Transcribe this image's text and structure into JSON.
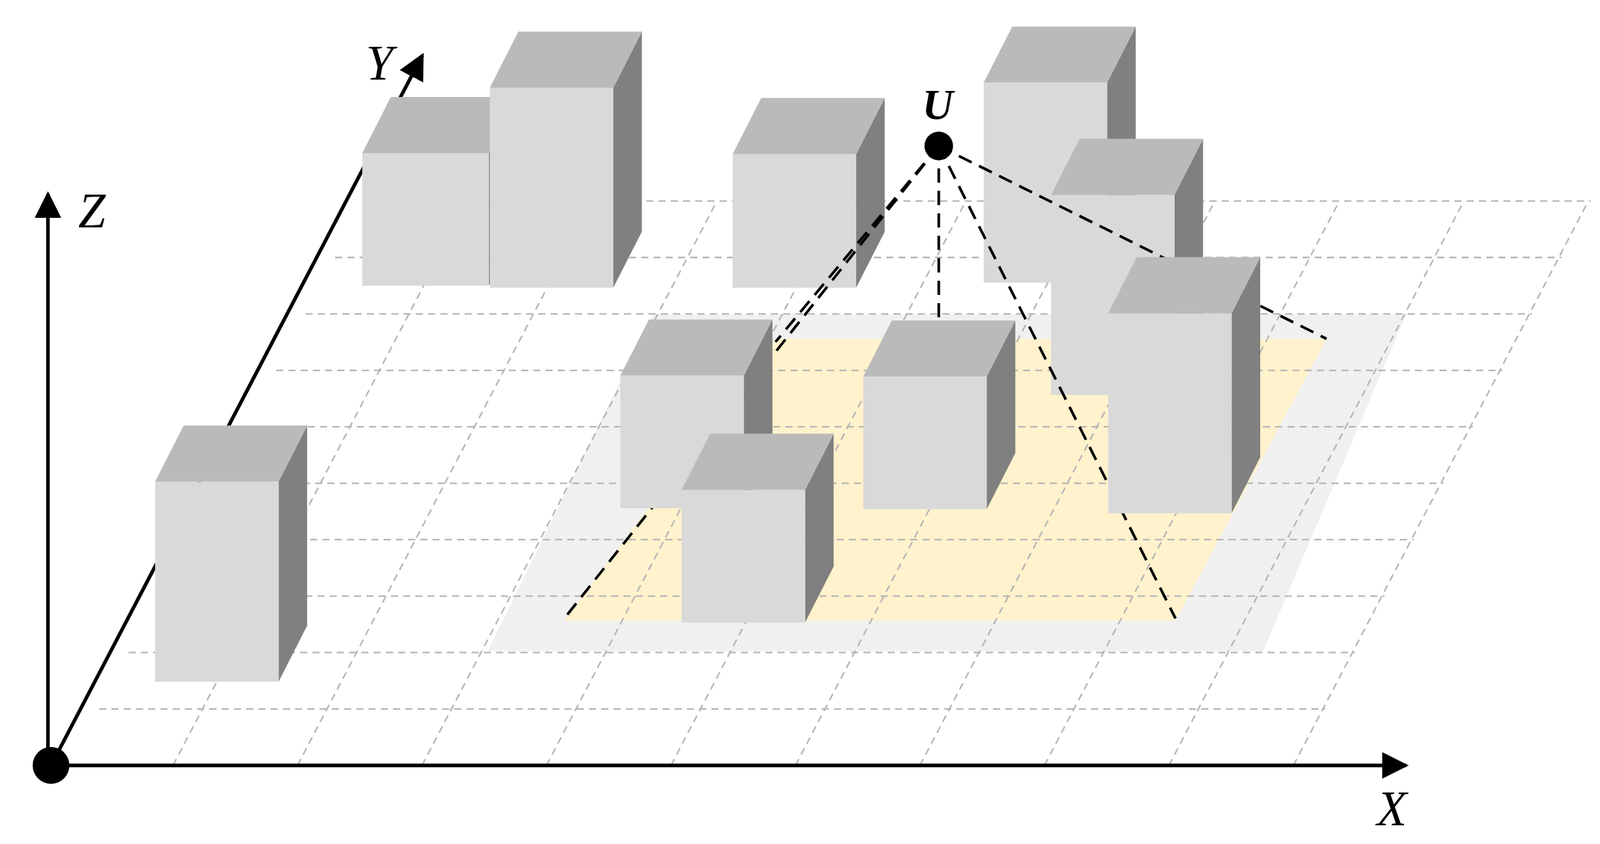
{
  "diagram": {
    "labels": [
      "Y",
      "Z",
      "U",
      "X"
    ]
  }
}
